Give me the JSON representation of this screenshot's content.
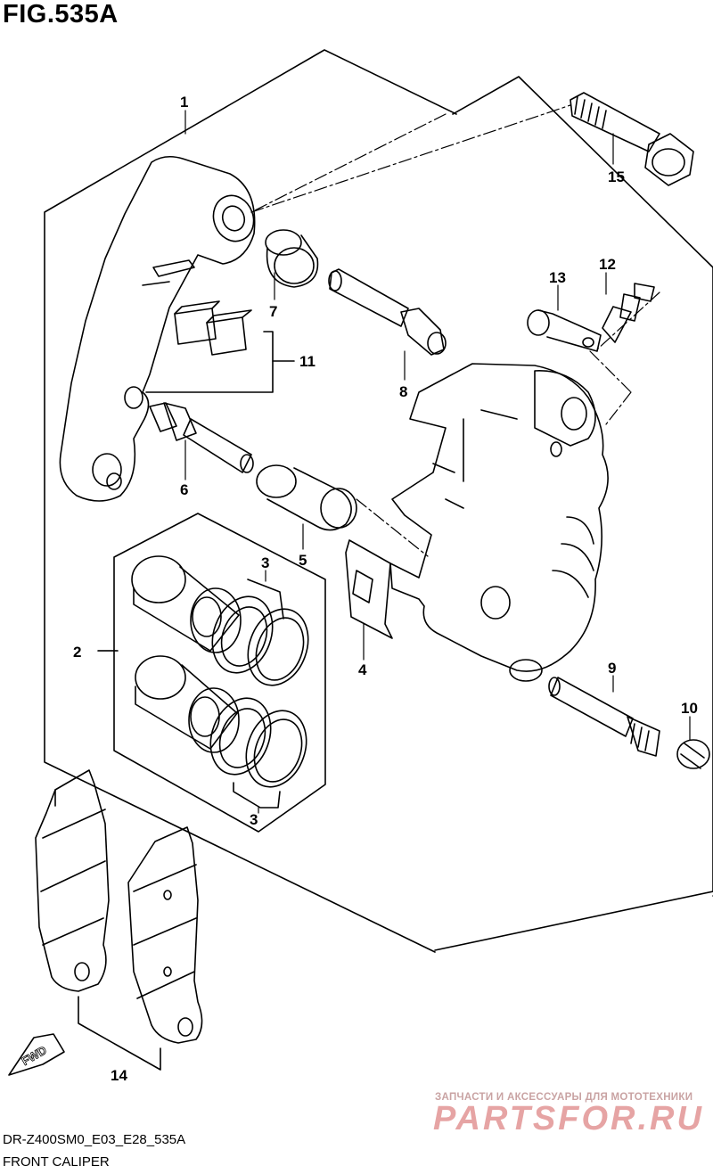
{
  "figure": {
    "title": "FIG.535A",
    "code": "DR-Z400SM0_E03_E28_535A",
    "name": "FRONT CALIPER"
  },
  "callouts": [
    {
      "id": "p1",
      "label": "1"
    },
    {
      "id": "p2",
      "label": "2"
    },
    {
      "id": "p3a",
      "label": "3"
    },
    {
      "id": "p3b",
      "label": "3"
    },
    {
      "id": "p4",
      "label": "4"
    },
    {
      "id": "p5",
      "label": "5"
    },
    {
      "id": "p6",
      "label": "6"
    },
    {
      "id": "p7",
      "label": "7"
    },
    {
      "id": "p8",
      "label": "8"
    },
    {
      "id": "p9",
      "label": "9"
    },
    {
      "id": "p10",
      "label": "10"
    },
    {
      "id": "p11",
      "label": "11"
    },
    {
      "id": "p12",
      "label": "12"
    },
    {
      "id": "p13",
      "label": "13"
    },
    {
      "id": "p14",
      "label": "14"
    },
    {
      "id": "p15",
      "label": "15"
    }
  ],
  "fwd_label": "FWD",
  "watermark": {
    "tagline": "ЗАПЧАСТИ И АКСЕССУАРЫ ДЛЯ МОТОТЕХНИКИ",
    "brand": "PARTSFOR.RU"
  }
}
